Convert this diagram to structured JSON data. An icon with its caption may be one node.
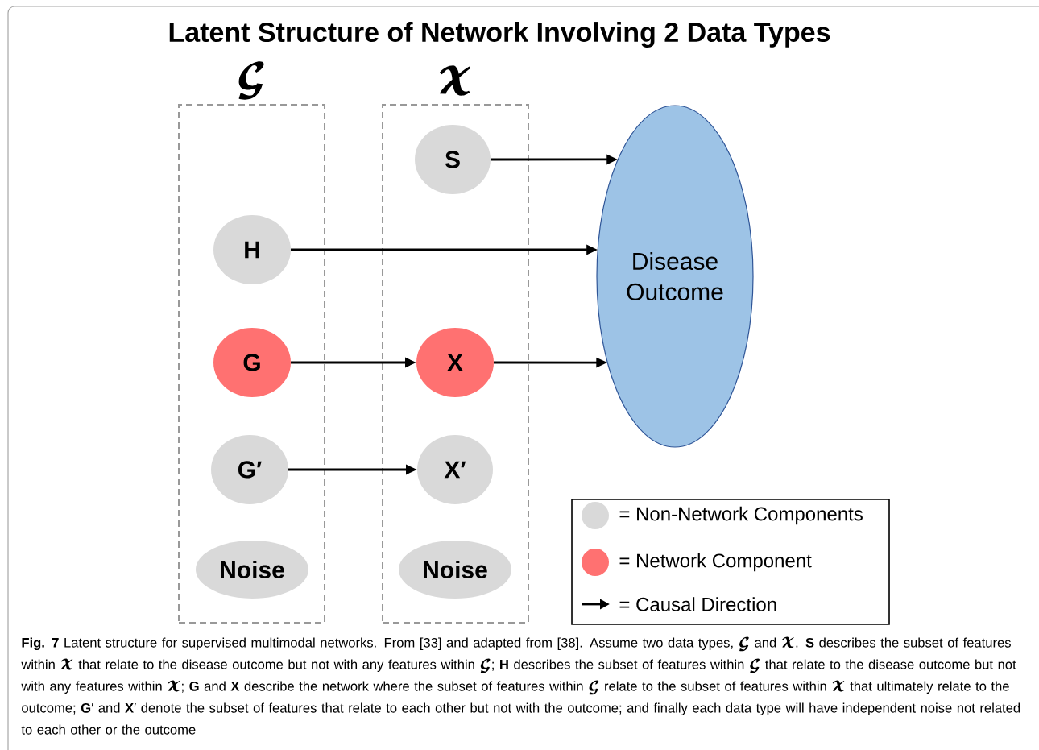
{
  "diagram": {
    "title": "Latent Structure of Network Involving 2 Data Types",
    "caption": "**Fig. 7** Latent structure for supervised multimodal networks. From [33] and adapted from [38]. Assume two data types, 𝓖 and 𝓧. **S** describes the subset of features within 𝓧 that relate to the disease outcome but not with any features within 𝓖; **H** describes the subset of features within 𝓖 that relate to the disease outcome but not with any features within 𝓧; **G** and **X** describe the network where the subset of features within 𝓖 relate to the subset of features within 𝓧 that ultimately relate to the outcome; **G**′ and **X**′ denote the subset of features that relate to each other but not with the outcome; and finally each data type will have independent noise not related to each other or the outcome",
    "nodes": [
      {
        "text": [
          "𝓖"
        ]
      },
      {
        "text": [
          "H"
        ],
        "in": 0
      },
      {
        "text": [
          "G"
        ],
        "in": 0
      },
      {
        "text": [
          "G′"
        ],
        "in": 0
      },
      {
        "text": [
          "Noise"
        ],
        "in": 0
      },
      {
        "text": [
          "𝓧"
        ]
      },
      {
        "text": [
          "S"
        ],
        "in": 5
      },
      {
        "text": [
          "X"
        ],
        "in": 5
      },
      {
        "text": [
          "X′"
        ],
        "in": 5
      },
      {
        "text": [
          "Noise"
        ],
        "in": 5
      },
      {
        "text": [
          "Disease Outcome"
        ]
      }
    ],
    "edges": [
      {
        "from": 6,
        "to": 10,
        "arrow": "to"
      },
      {
        "from": 1,
        "to": 10,
        "arrow": "to"
      },
      {
        "from": 2,
        "to": 7,
        "arrow": "to"
      },
      {
        "from": 7,
        "to": 10,
        "arrow": "to"
      },
      {
        "from": 3,
        "to": 8,
        "arrow": "to"
      }
    ],
    "legend": [
      {
        "text": "= Non-Network Components",
        "color": "#d9d9d9"
      },
      {
        "text": "= Network Component",
        "color": "#ff7171"
      },
      {
        "text": "= Causal Direction"
      }
    ]
  }
}
